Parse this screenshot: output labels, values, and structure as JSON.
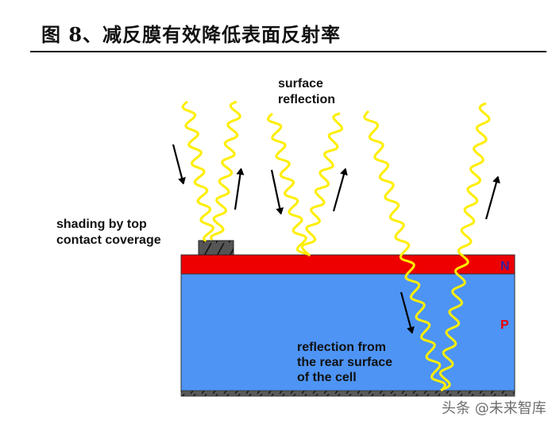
{
  "figure": {
    "title": "图 8、减反膜有效降低表面反射率"
  },
  "labels": {
    "surface_reflection": [
      "surface",
      "reflection"
    ],
    "shading": [
      "shading by top",
      "contact coverage"
    ],
    "rear_reflection": [
      "reflection from",
      "the rear surface",
      "of the cell"
    ],
    "n_layer": "N",
    "p_layer": "P"
  },
  "colors": {
    "n_layer": "#ee0000",
    "p_layer": "#4d94f5",
    "light_ray": "#ffee00",
    "contact": "#555555",
    "n_label": "#3a1fa0",
    "p_label": "#ee0000"
  },
  "watermark": "头条 @未来智库"
}
